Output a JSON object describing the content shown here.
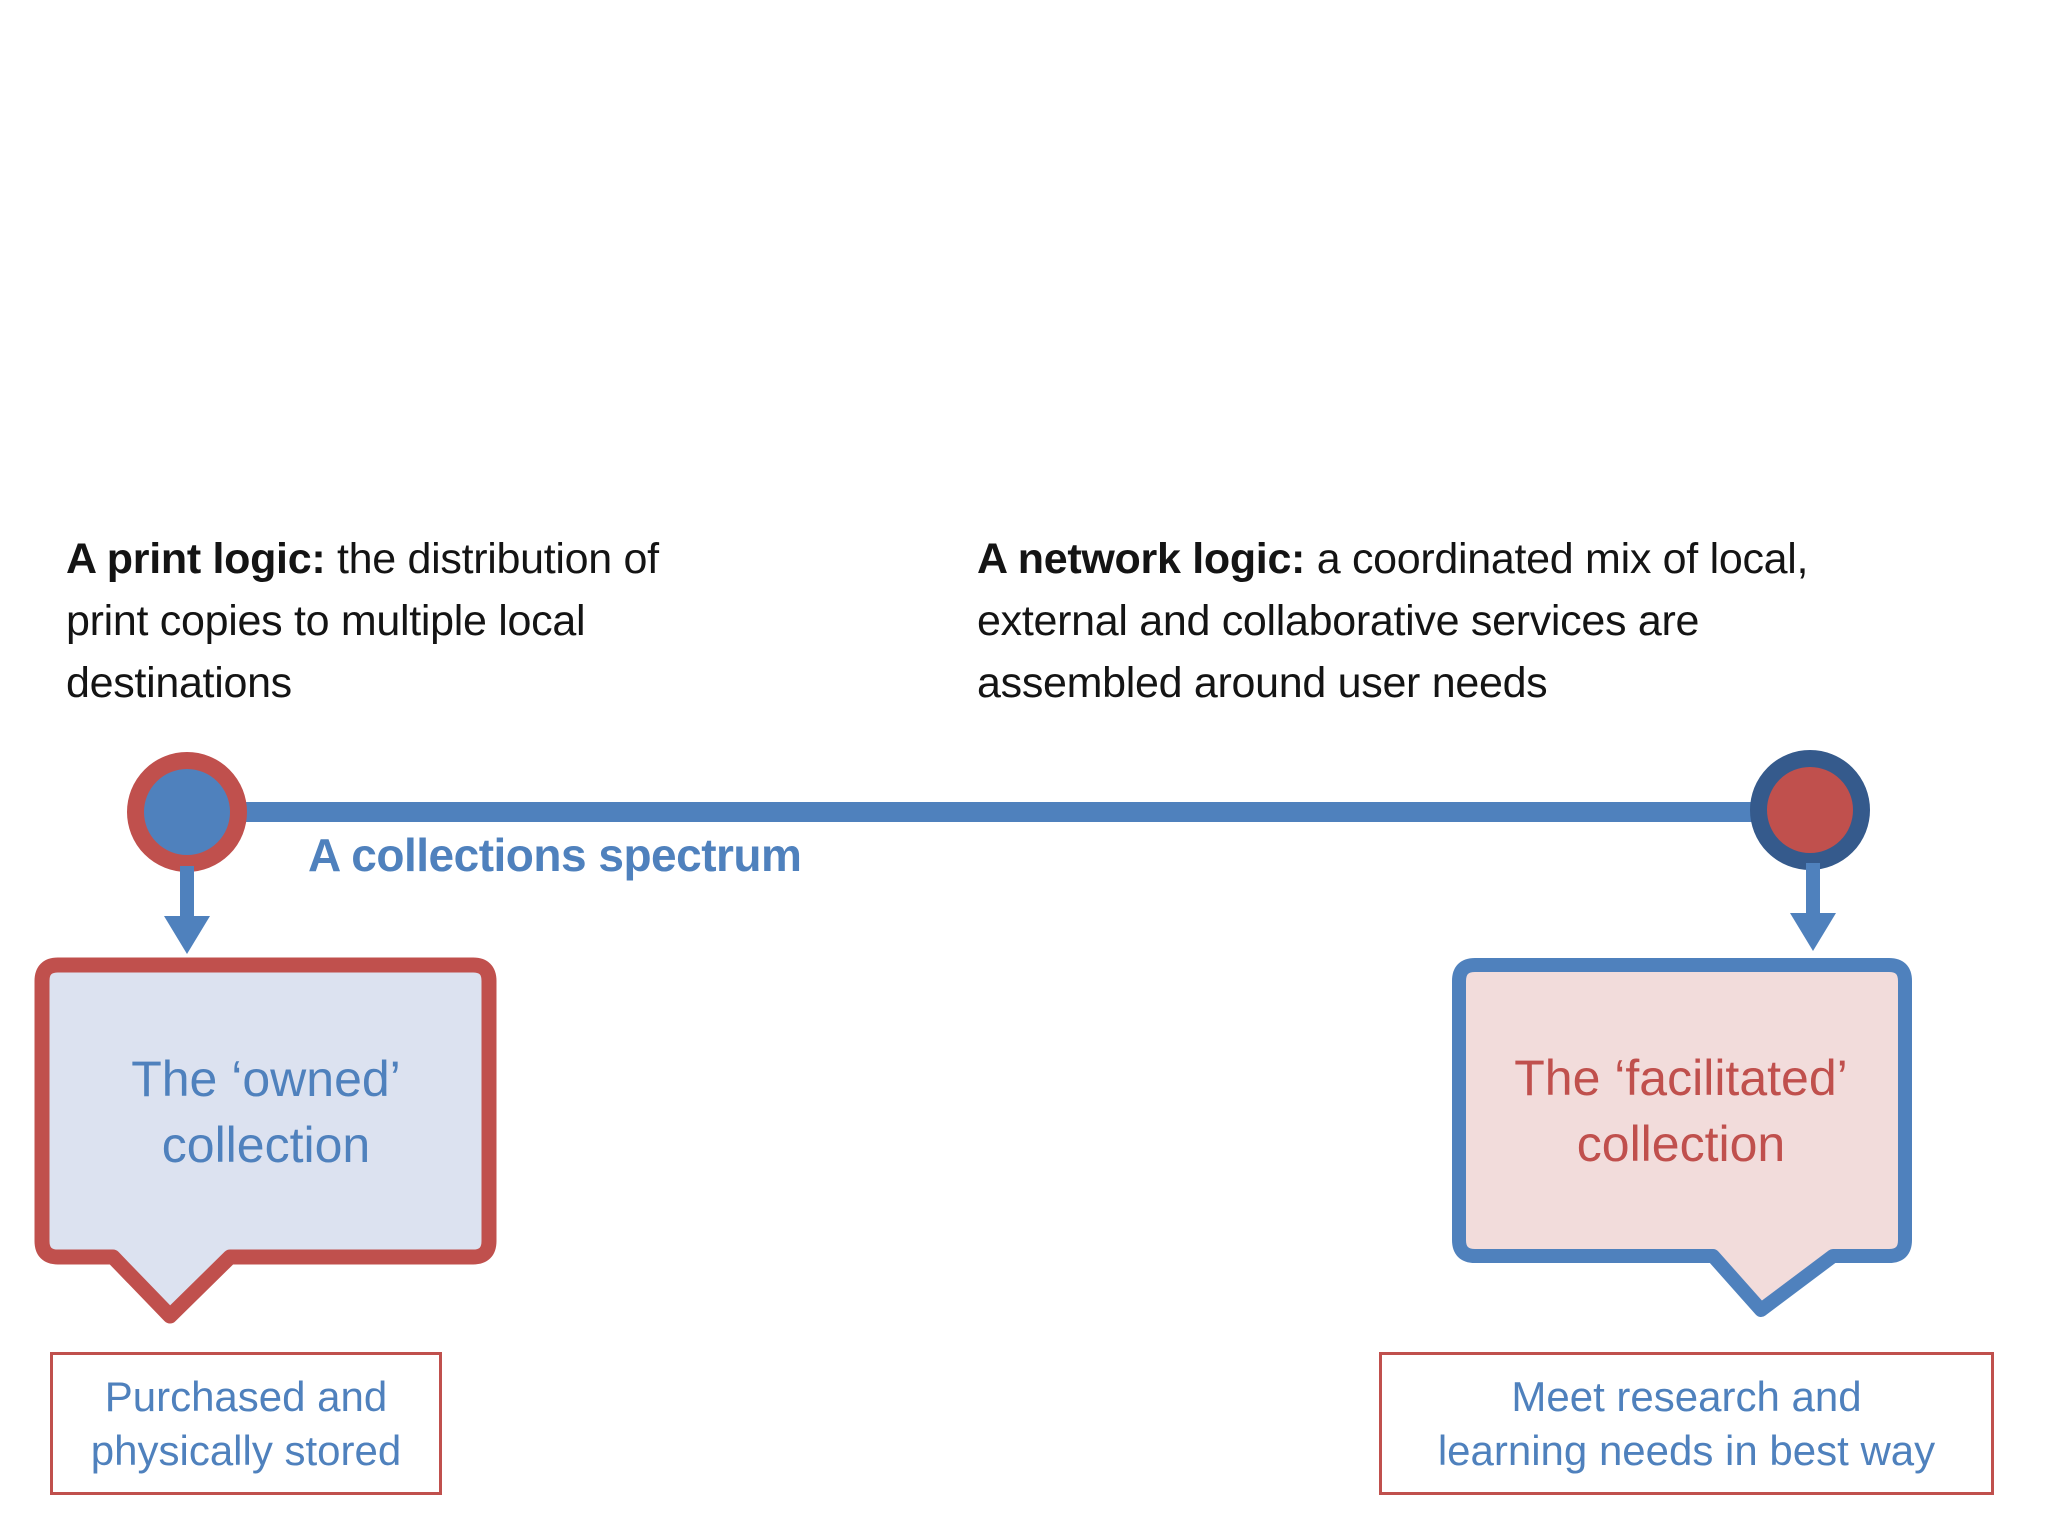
{
  "colors": {
    "blue": "#4f81bd",
    "dark_blue": "#355a8c",
    "red": "#c0504d",
    "owned_bubble_fill": "#dce2f0",
    "facilitated_bubble_fill": "#f2dcdb",
    "body_text": "#141414",
    "background": "#ffffff"
  },
  "annotations": {
    "print_logic": {
      "lead": "A print logic:",
      "rest": " the distribution of\nprint copies to multiple local\ndestinations"
    },
    "network_logic": {
      "lead": "A network logic:",
      "rest": " a coordinated mix of local,\nexternal and collaborative services are\nassembled around user needs"
    }
  },
  "spectrum": {
    "label": "A collections spectrum"
  },
  "owned": {
    "bubble_text": "The ‘owned’\ncollection",
    "note_text": "Purchased and\nphysically stored"
  },
  "facilitated": {
    "bubble_text": "The ‘facilitated’\ncollection",
    "note_text": "Meet research and\nlearning needs in best way"
  }
}
